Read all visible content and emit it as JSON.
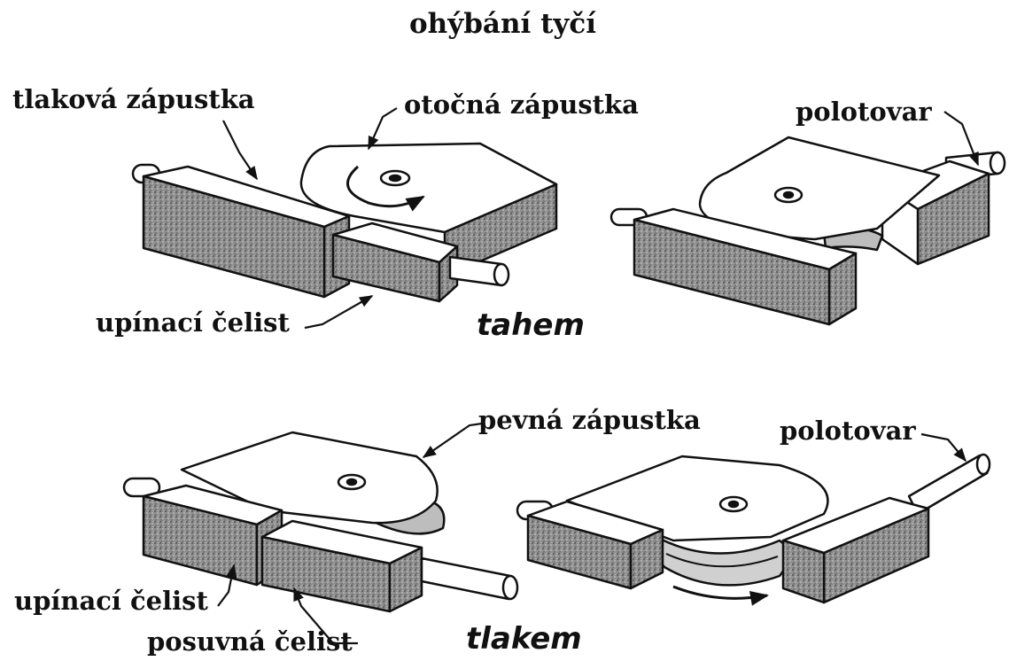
{
  "title": "ohýbání tyčí",
  "section_tension": {
    "mode_label": "tahem",
    "labels": {
      "pressure_die": "tlaková zápustka",
      "rotary_die": "otočná zápustka",
      "clamp_jaw": "upínací čelist",
      "workpiece": "polotovar"
    }
  },
  "section_compression": {
    "mode_label": "tlakem",
    "labels": {
      "fixed_die": "pevná zápustka",
      "workpiece": "polotovar",
      "clamp_jaw": "upínací čelist",
      "sliding_jaw": "posuvná čelist"
    }
  },
  "colors": {
    "ink": "#111111",
    "block_fill": "#8f8f8f",
    "paper": "#ffffff"
  }
}
